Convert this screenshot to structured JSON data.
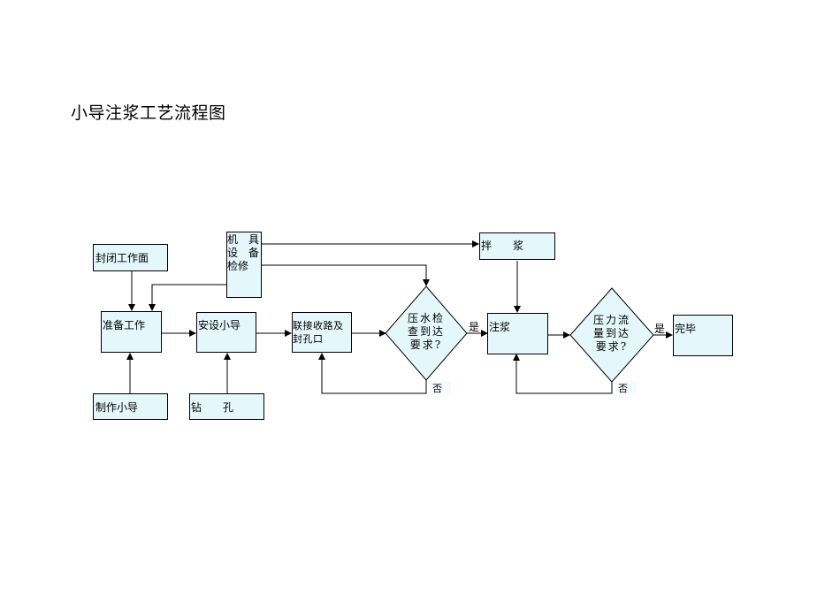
{
  "title": "小导注浆工艺流程图",
  "nodes": {
    "feng_bi": "封闭工作面",
    "zhun_bei": "准备工作",
    "zhi_zuo": "制作小导",
    "an_she": "安设小导",
    "zuan_kong": "钻　　孔",
    "ji_ju_line1": "机　具",
    "ji_ju_line2": "设　备",
    "ji_ju_line3": "检修",
    "lian_jie_line1": "联接收路及",
    "lian_jie_line2": "封孔口",
    "ban_jiang": "拌　　浆",
    "zhu_jiang": "注浆",
    "wan_bi": "完毕"
  },
  "decisions": {
    "water_check": "压水检\n查到达\n要求?",
    "pressure_check": "压力流\n量到达\n要求?"
  },
  "edge_labels": {
    "yes_1": "是",
    "no_1": "否",
    "yes_2": "是",
    "no_2": "否"
  },
  "colors": {
    "box_fill": "#e4f7fb",
    "stroke": "#000000"
  }
}
